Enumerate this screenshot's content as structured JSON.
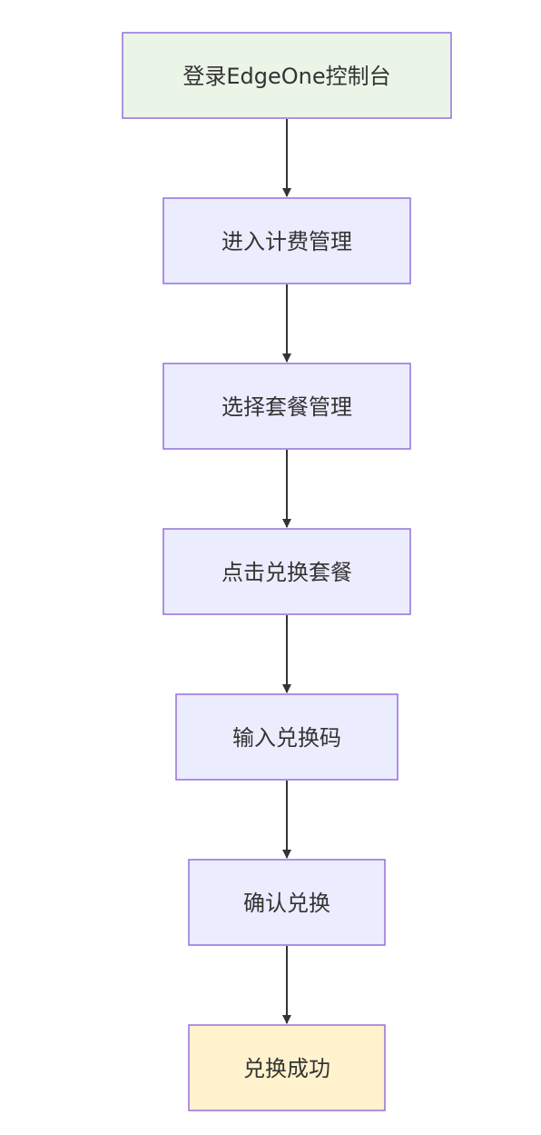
{
  "diagram": {
    "type": "flowchart",
    "direction": "top-to-bottom",
    "colors": {
      "node_fill_default": "#ececff",
      "node_fill_start": "#eaf4e7",
      "node_fill_end": "#fff2cc",
      "node_border": "#9370db",
      "edge": "#333333",
      "text": "#333333"
    },
    "nodes": [
      {
        "id": "n1",
        "label": "登录EdgeOne控制台",
        "style": "start"
      },
      {
        "id": "n2",
        "label": "进入计费管理",
        "style": "default"
      },
      {
        "id": "n3",
        "label": "选择套餐管理",
        "style": "default"
      },
      {
        "id": "n4",
        "label": "点击兑换套餐",
        "style": "default"
      },
      {
        "id": "n5",
        "label": "输入兑换码",
        "style": "default"
      },
      {
        "id": "n6",
        "label": "确认兑换",
        "style": "default"
      },
      {
        "id": "n7",
        "label": "兑换成功",
        "style": "end"
      }
    ],
    "edges": [
      {
        "from": "n1",
        "to": "n2"
      },
      {
        "from": "n2",
        "to": "n3"
      },
      {
        "from": "n3",
        "to": "n4"
      },
      {
        "from": "n4",
        "to": "n5"
      },
      {
        "from": "n5",
        "to": "n6"
      },
      {
        "from": "n6",
        "to": "n7"
      }
    ]
  }
}
